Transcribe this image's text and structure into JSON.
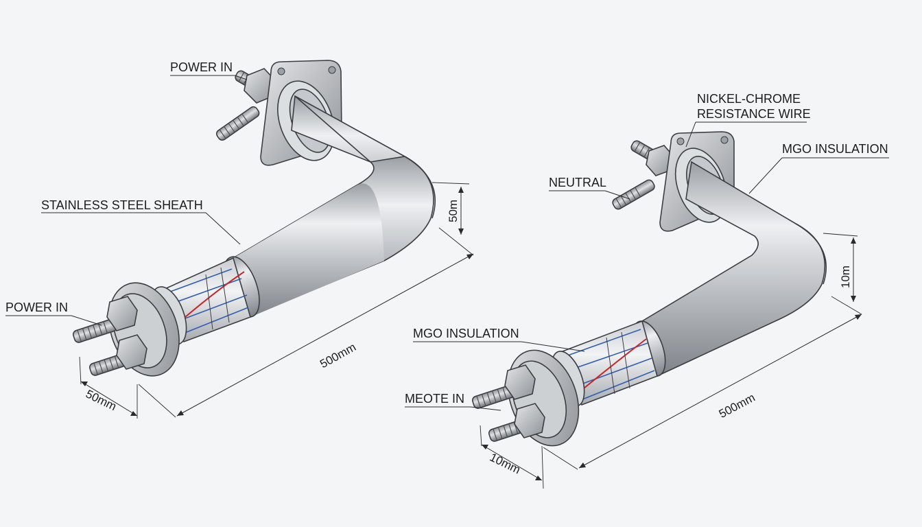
{
  "left_heater": {
    "labels": {
      "power_in_top": "POWER IN",
      "sheath": "STAINLESS STEEL SHEATH",
      "power_in_left": "POWER IN"
    },
    "dimensions": {
      "length": "500mm",
      "height": "50m",
      "width": "50mm"
    }
  },
  "right_heater": {
    "labels": {
      "wire_line1": "NICKEL-CHROME",
      "wire_line2": "RESISTANCE WIRE",
      "mgo_top": "MGO INSULATION",
      "neutral": "NEUTRAL",
      "mgo_mid": "MGO INSULATION",
      "meote_in": "MEOTE IN"
    },
    "dimensions": {
      "length": "500mm",
      "height": "10m",
      "width": "10mm"
    }
  },
  "colors": {
    "background": "#f4f5f6",
    "metal": "#b9bcc0",
    "wire_red": "#c8262b",
    "wire_blue": "#2f5fb0"
  }
}
